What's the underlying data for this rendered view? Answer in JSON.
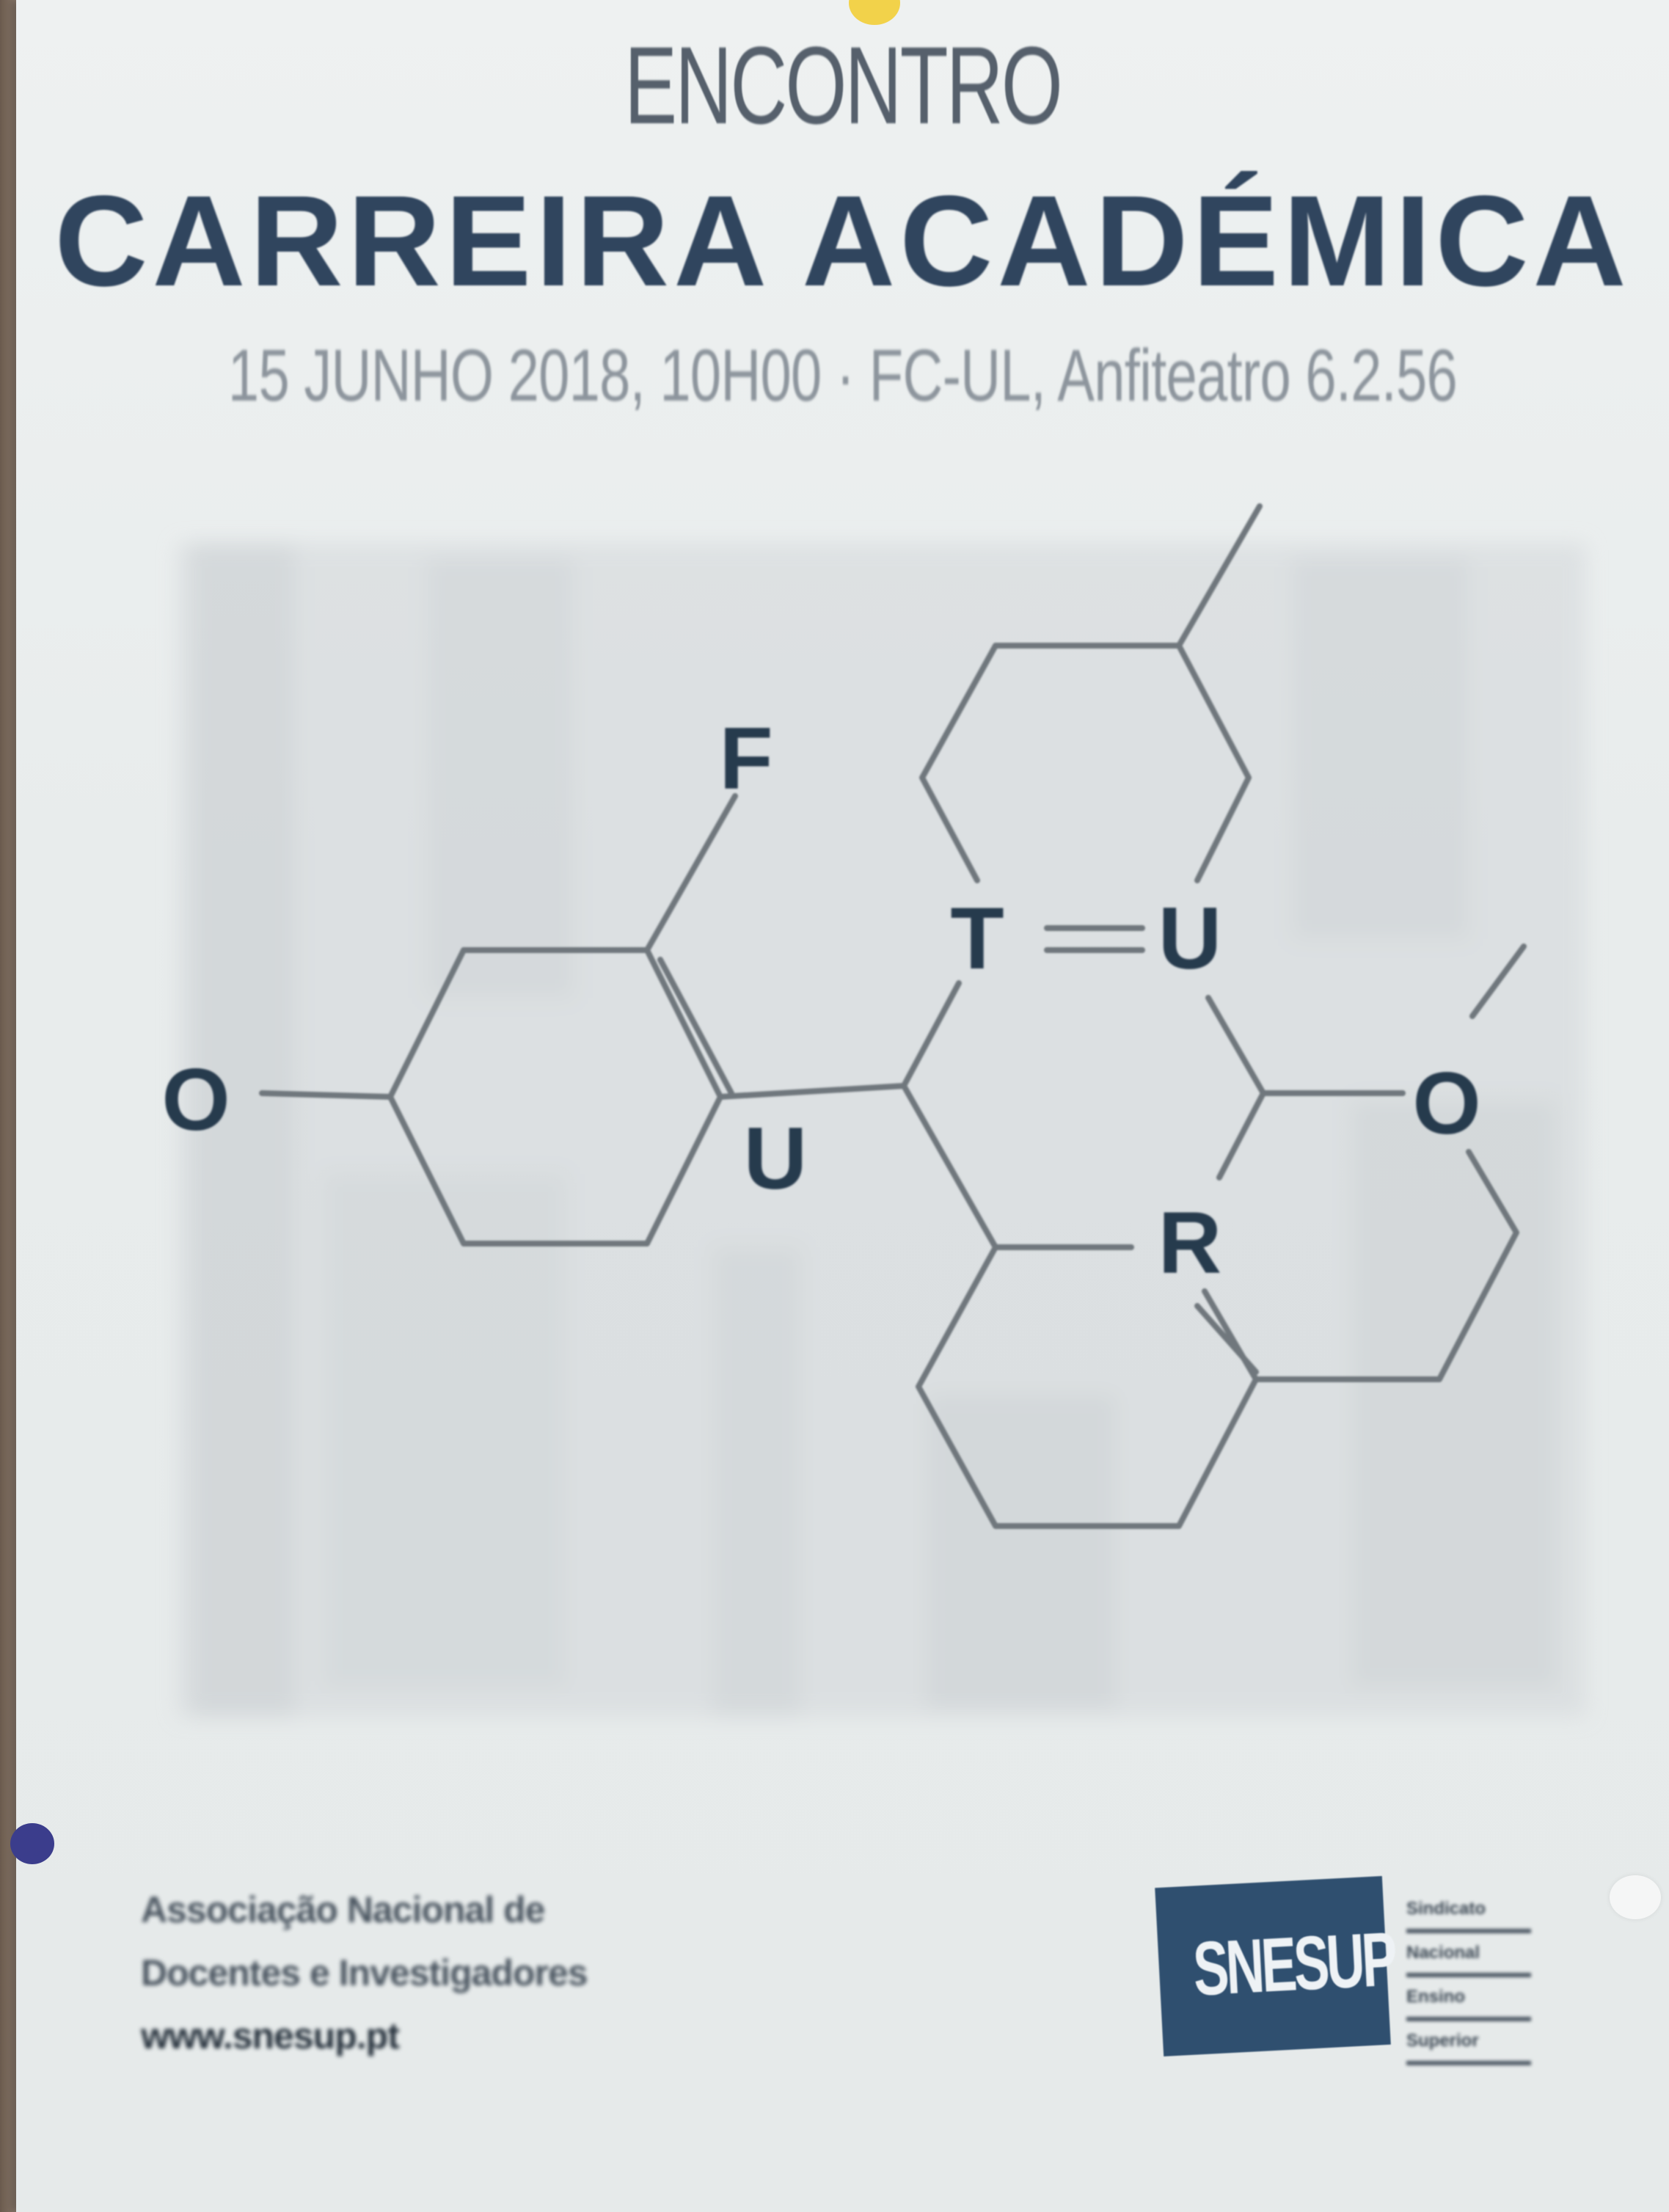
{
  "poster": {
    "kicker": "ENCONTRO",
    "title": "CARREIRA ACADÉMICA",
    "info": "15 JUNHO 2018, 10H00 · FC-UL, Anfiteatro 6.2.56"
  },
  "molecule": {
    "atoms": {
      "f": "F",
      "t": "T",
      "u_top": "U",
      "o_left": "O",
      "u_mid": "U",
      "o_right": "O",
      "r": "R"
    }
  },
  "footer": {
    "association_line1": "Associação Nacional de",
    "association_line2": "Docentes e Investigadores",
    "association_url": "www.snesup.pt",
    "logo_text": "SNESUP",
    "logo_side": [
      "Sindicato",
      "Nacional",
      "Ensino",
      "Superior"
    ]
  },
  "colors": {
    "title": "#30455e",
    "kicker": "#56606c",
    "info": "#8d959d",
    "atoms": "#283a4d",
    "logo": "#2f4f6f"
  }
}
